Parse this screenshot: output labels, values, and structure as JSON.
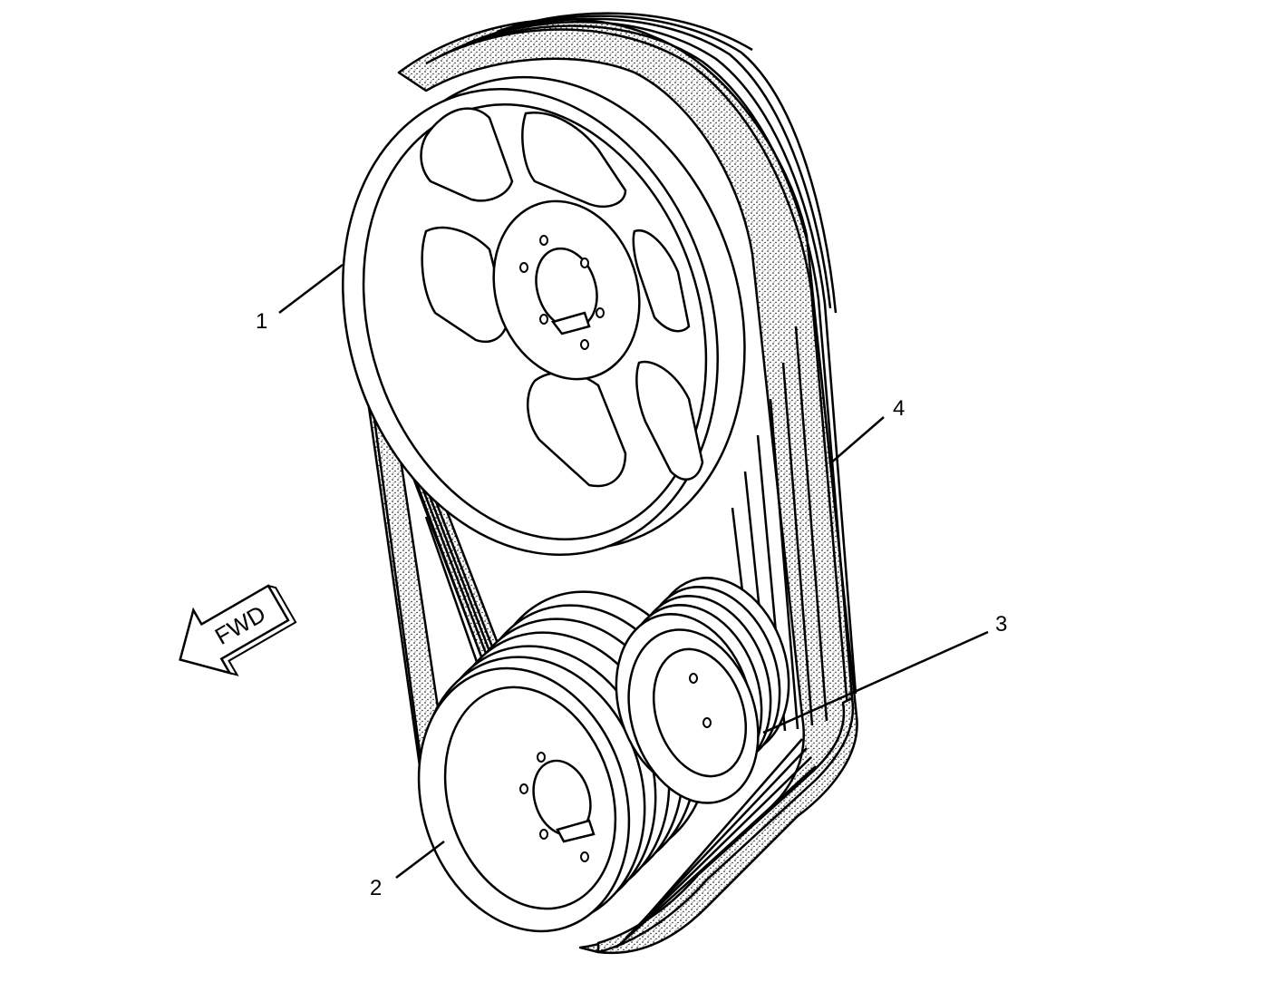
{
  "diagram": {
    "callouts": [
      {
        "id": "1",
        "label": "1"
      },
      {
        "id": "2",
        "label": "2"
      },
      {
        "id": "3",
        "label": "3"
      },
      {
        "id": "4",
        "label": "4"
      }
    ],
    "direction_arrow": {
      "label": "FWD"
    },
    "colors": {
      "ink": "#000000",
      "paper": "#ffffff",
      "belt_fill": "#cfcfcf"
    }
  }
}
